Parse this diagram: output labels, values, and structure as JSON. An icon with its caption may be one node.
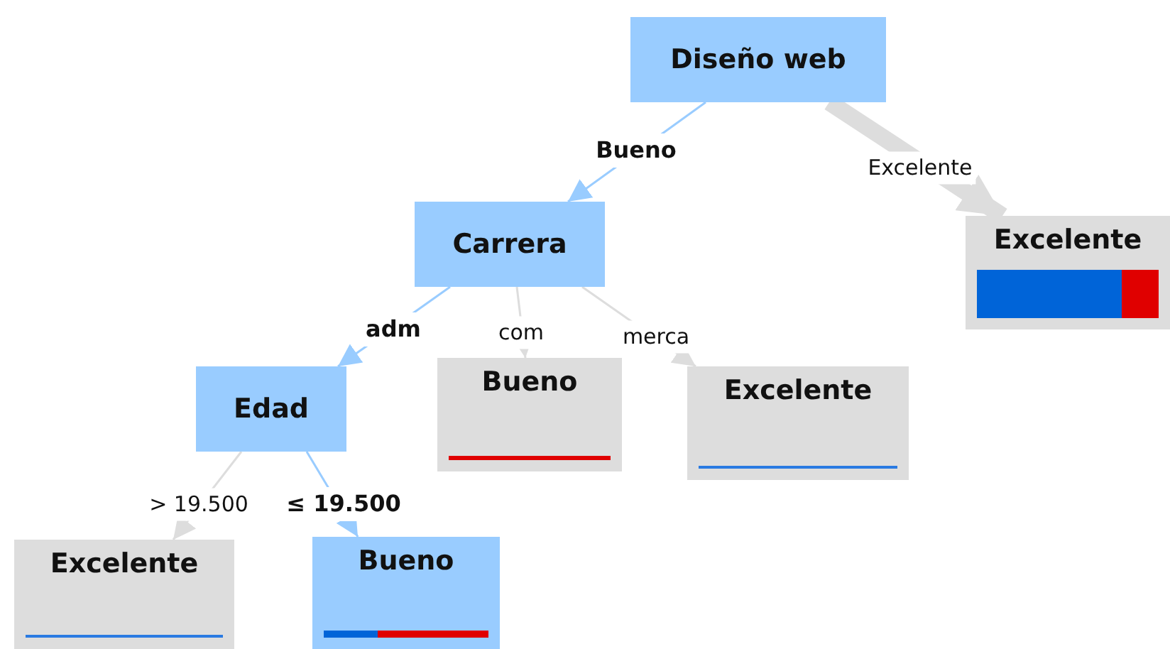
{
  "diagram": {
    "nodes": [
      {
        "text": [
          "Diseño web"
        ]
      },
      {
        "text": [
          "Carrera"
        ]
      },
      {
        "text": [
          "Excelente"
        ]
      },
      {
        "text": [
          "Edad"
        ]
      },
      {
        "text": [
          "Bueno"
        ]
      },
      {
        "text": [
          "Excelente"
        ]
      },
      {
        "text": [
          "Excelente"
        ]
      },
      {
        "text": [
          "Bueno"
        ]
      }
    ],
    "edges": [
      {
        "from": 0,
        "to": 1,
        "arrow": "to",
        "label": "Bueno",
        "color": "#99ccff"
      },
      {
        "from": 0,
        "to": 2,
        "arrow": "to",
        "label": "Excelente",
        "style": "thick"
      },
      {
        "from": 1,
        "to": 3,
        "arrow": "to",
        "label": "adm",
        "color": "#99ccff"
      },
      {
        "from": 1,
        "to": 4,
        "arrow": "to",
        "label": "com"
      },
      {
        "from": 1,
        "to": 5,
        "arrow": "to",
        "label": "merca"
      },
      {
        "from": 3,
        "to": 6,
        "arrow": "to",
        "label": "> 19.500"
      },
      {
        "from": 3,
        "to": 7,
        "arrow": "to",
        "label": "≤ 19.500",
        "color": "#99ccff"
      }
    ]
  }
}
